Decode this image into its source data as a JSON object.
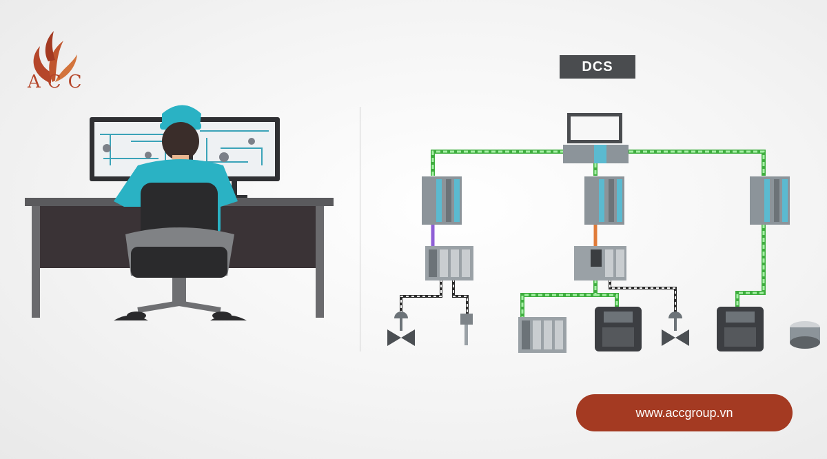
{
  "brand": {
    "logo_text": "ACC",
    "logo_color": "#b5462a"
  },
  "diagram": {
    "title": "DCS"
  },
  "footer": {
    "url": "www.accgroup.vn",
    "button_color": "#a43a22"
  },
  "colors": {
    "network_green": "#5ed75e",
    "link_purple": "#8f5fd6",
    "link_orange": "#e07b39",
    "device_gray": "#8c949a",
    "operator_shirt": "#2ab2c4",
    "desk": "#5a5a5d"
  }
}
